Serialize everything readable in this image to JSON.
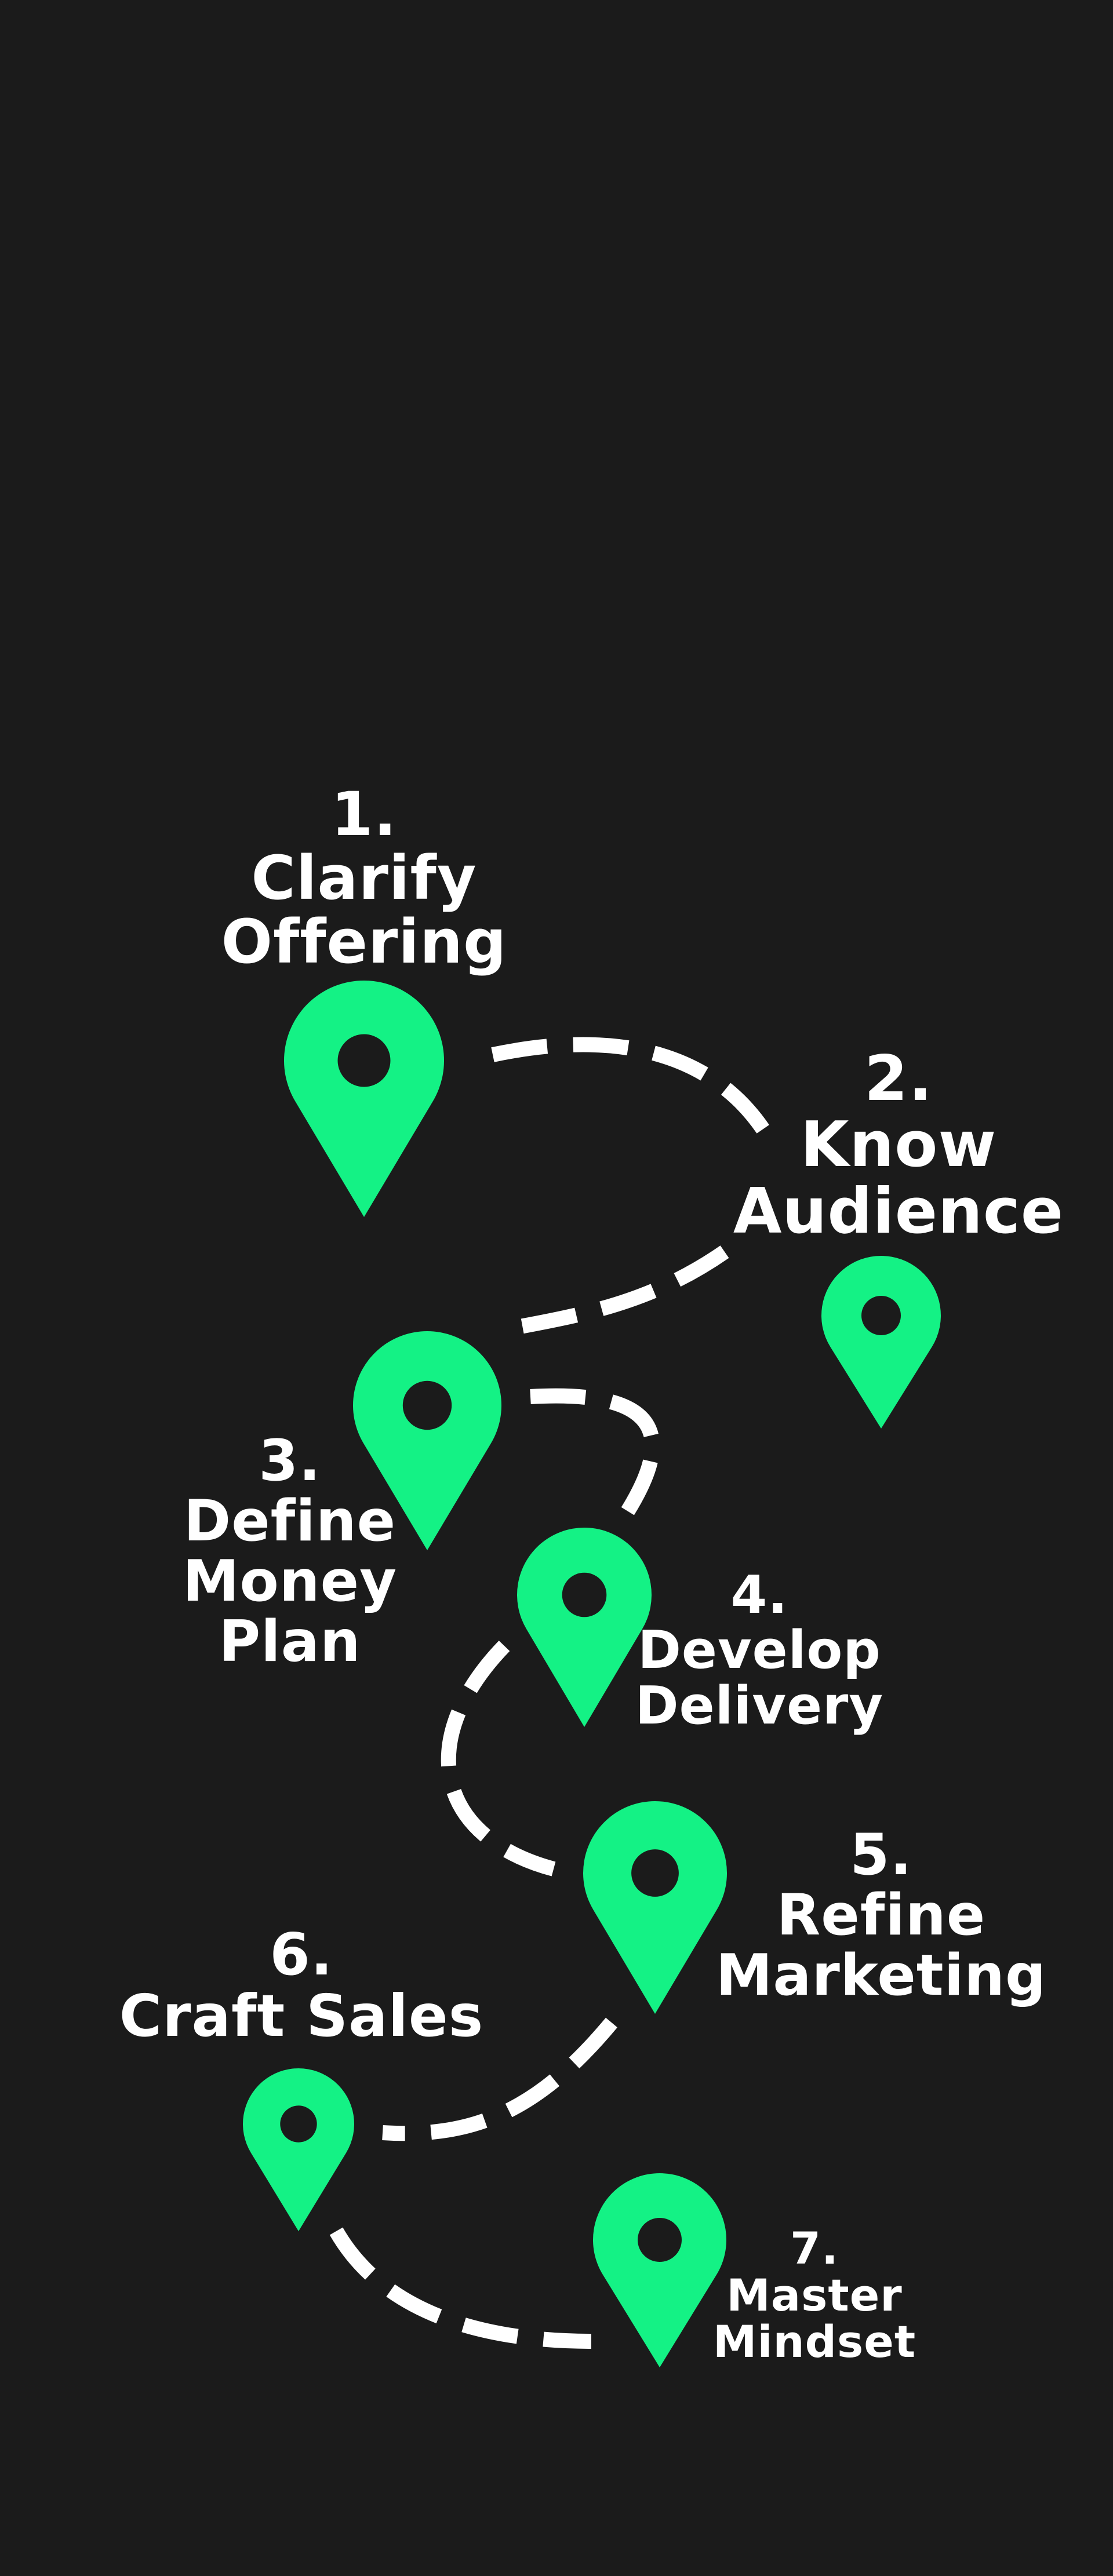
{
  "colors": {
    "background": "#1b1b1b",
    "pin": "#14f285",
    "path": "#ffffff",
    "text": "#ffffff"
  },
  "steps": [
    {
      "number": "1.",
      "lines": [
        "Clarify",
        "Offering"
      ],
      "icon": "map-pin-icon"
    },
    {
      "number": "2.",
      "lines": [
        "Know",
        "Audience"
      ],
      "icon": "map-pin-icon"
    },
    {
      "number": "3.",
      "lines": [
        "Define",
        "Money",
        "Plan"
      ],
      "icon": "map-pin-icon"
    },
    {
      "number": "4.",
      "lines": [
        "Develop",
        "Delivery"
      ],
      "icon": "map-pin-icon"
    },
    {
      "number": "5.",
      "lines": [
        "Refine",
        "Marketing"
      ],
      "icon": "map-pin-icon"
    },
    {
      "number": "6.",
      "lines": [
        "Craft Sales"
      ],
      "icon": "map-pin-icon"
    },
    {
      "number": "7.",
      "lines": [
        "Master",
        "Mindset"
      ],
      "icon": "map-pin-icon"
    }
  ]
}
